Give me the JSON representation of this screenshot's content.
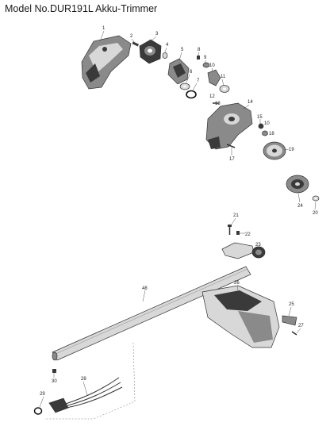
{
  "title": "Model No.DUR191L Akku-Trimmer",
  "callouts": {
    "c1": "1",
    "c2": "2",
    "c3": "3",
    "c4": "4",
    "c5": "5",
    "c6": "6",
    "c7": "7",
    "c8": "8",
    "c9": "9",
    "c10a": "10",
    "c10b": "10",
    "c11": "11",
    "c12": "12",
    "c13": "13",
    "c14": "14",
    "c15": "15",
    "c17": "17",
    "c18": "18",
    "c19": "19",
    "c20": "20",
    "c21": "21",
    "c22": "22",
    "c23": "23",
    "c24": "24",
    "c25": "25",
    "c26": "26",
    "c27": "27",
    "c28": "28",
    "c29": "29",
    "c30": "30",
    "c48": "48"
  }
}
